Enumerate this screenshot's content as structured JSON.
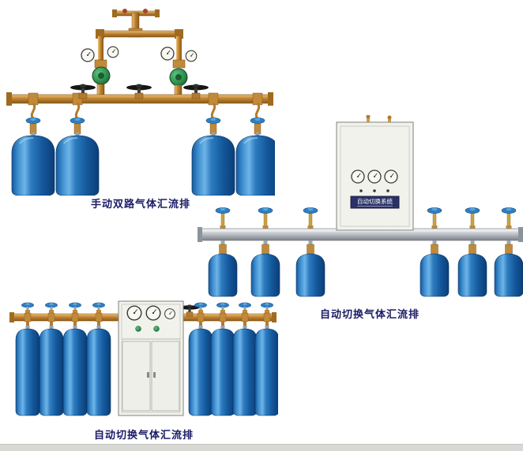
{
  "page": {
    "background": "#ffffff"
  },
  "products": {
    "manual_dual": {
      "label": "手动双路气体汇流排",
      "cylinder_count": 4
    },
    "auto_switch_right": {
      "label": "自动切换气体汇流排",
      "cabinet_plate_title": "自动切换系统",
      "cylinder_count": 6
    },
    "auto_switch_bottom": {
      "label": "自动切换气体汇流排",
      "cylinder_count": 8
    }
  },
  "colors": {
    "cylinder_blue": "#2e7cc0",
    "brass_pipe": "#c08436",
    "rail_silver": "#c3c9cf",
    "regulator_green": "#2f8f4f",
    "handwheel_blue": "#2e7fc2",
    "caption_text": "#1a1a66",
    "cabinet_body": "#f2f2ec",
    "nameplate_blue": "#2a3166"
  }
}
